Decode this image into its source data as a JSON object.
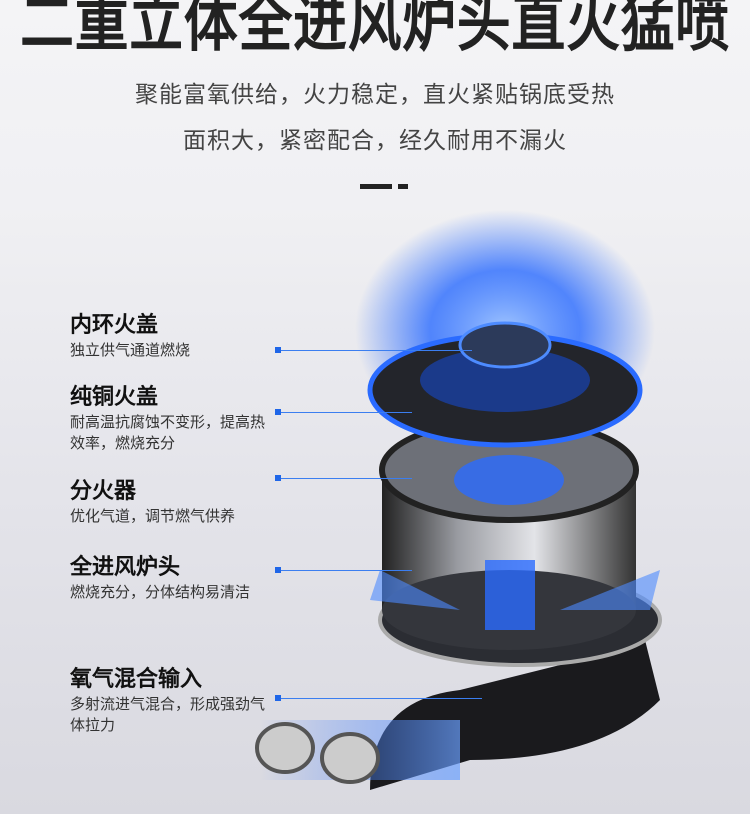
{
  "headline": "二重立体全进风炉头直火猛喷",
  "subtitle_lines": [
    "聚能富氧供给，火力稳定，直火紧贴锅底受热",
    "面积大，紧密配合，经久耐用不漏火"
  ],
  "features": [
    {
      "title": "内环火盖",
      "desc": "独立供气通道燃烧"
    },
    {
      "title": "纯铜火盖",
      "desc": "耐高温抗腐蚀不变形，提高热效率，燃烧充分"
    },
    {
      "title": "分火器",
      "desc": "优化气道，调节燃气供养"
    },
    {
      "title": "全进风炉头",
      "desc": "燃烧充分，分体结构易清洁"
    },
    {
      "title": "氧气混合输入",
      "desc": "多射流进气混合，形成强劲气体拉力"
    }
  ],
  "colors": {
    "accent": "#1f66e8",
    "flame": "#2a6bff"
  }
}
